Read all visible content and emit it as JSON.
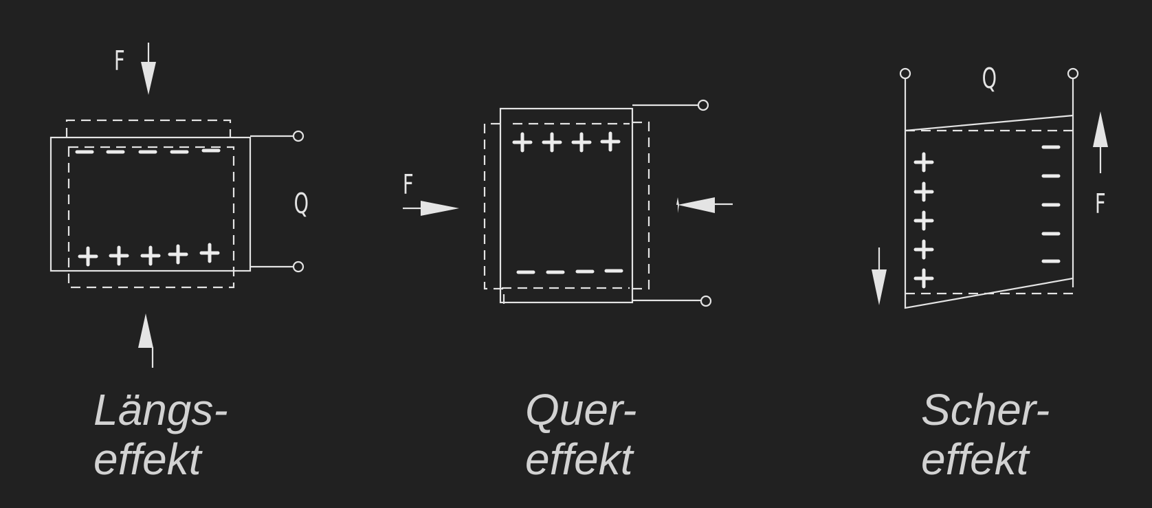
{
  "figures": [
    {
      "id": "laengs",
      "caption": {
        "line1": "Längs-",
        "line2": "effekt"
      },
      "force_label": "F",
      "charge_label": "Q"
    },
    {
      "id": "quer",
      "caption": {
        "line1": "Quer-",
        "line2": "effekt"
      },
      "force_label": "F"
    },
    {
      "id": "scher",
      "caption": {
        "line1": "Scher-",
        "line2": "effekt"
      },
      "force_label": "F",
      "charge_label": "Q"
    }
  ],
  "colors": {
    "background": "#212121",
    "line": "#e4e4e4",
    "caption": "#d2d2d2"
  }
}
